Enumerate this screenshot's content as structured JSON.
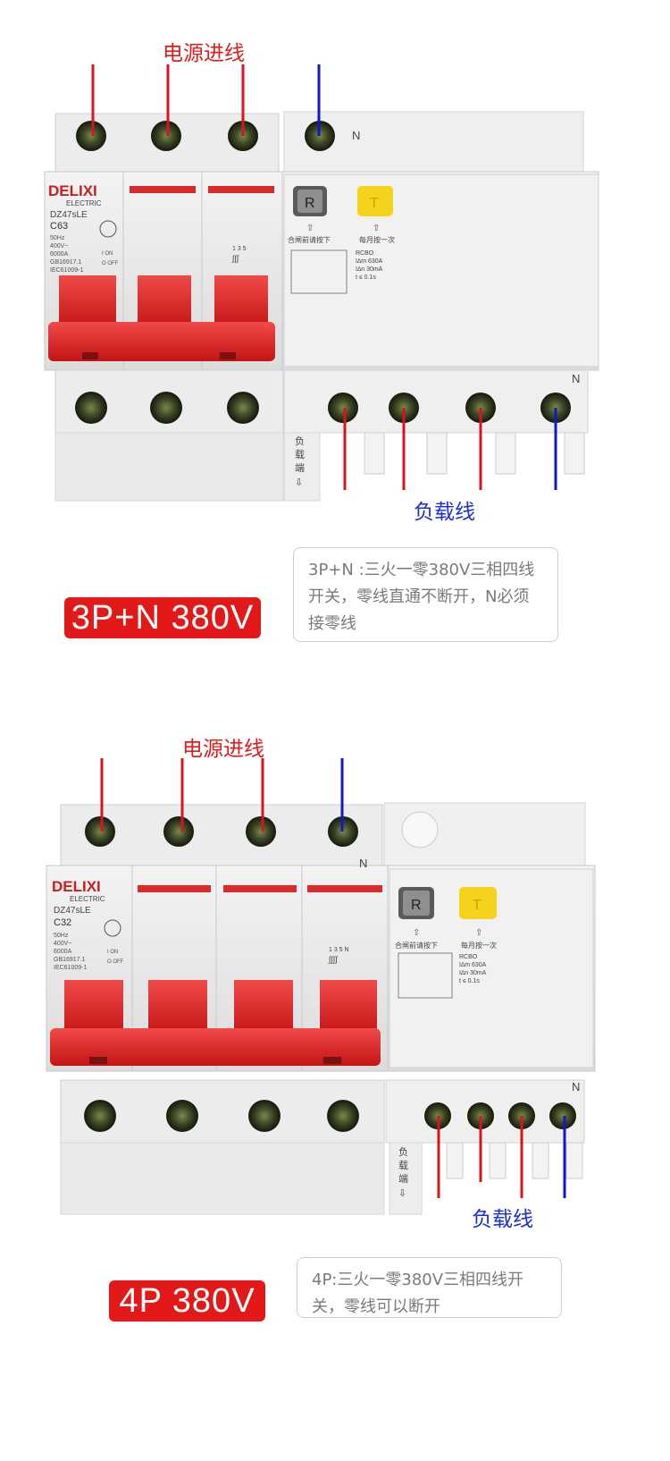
{
  "product1": {
    "title_top": "电源进线",
    "title_bottom": "负载线",
    "brand": "DELIXI",
    "brand_sub": "ELECTRIC",
    "model": "DZ47sLE",
    "rating": "C63",
    "specs": [
      "50Hz",
      "400V~",
      "6000A",
      "GB16917.1",
      "IEC61009-1"
    ],
    "on_label": "I ON",
    "off_label": "O OFF",
    "r_button": "R",
    "t_button": "T",
    "r_caption": "合闸前请按下",
    "t_caption": "每月按一次",
    "rcbo": [
      "RCBO",
      "I∆m 630A",
      "I∆n  30mA",
      "t ≤ 0.1s"
    ],
    "terminal_nums": "1 3 5",
    "n_label": "N",
    "load_side": [
      "负",
      "载",
      "端"
    ],
    "badge": "3P+N 380V",
    "note": "3P+N :三火一零380V三相四线开关，零线直通不断开，N必须接零线",
    "line_color_phase": "#d8141c",
    "line_color_neutral": "#1118c8"
  },
  "product2": {
    "title_top": "电源进线",
    "title_bottom": "负载线",
    "brand": "DELIXI",
    "brand_sub": "ELECTRIC",
    "model": "DZ47sLE",
    "rating": "C32",
    "specs": [
      "50Hz",
      "400V~",
      "6000A",
      "GB16917.1",
      "IEC61009-1"
    ],
    "on_label": "I ON",
    "off_label": "O OFF",
    "r_button": "R",
    "t_button": "T",
    "r_caption": "合闸前请按下",
    "t_caption": "每月按一次",
    "rcbo": [
      "RCBO",
      "I∆m 630A",
      "I∆n  30mA",
      "t ≤ 0.1s"
    ],
    "terminal_nums": "1 3 5 N",
    "n_label": "N",
    "load_side": [
      "负",
      "载",
      "端"
    ],
    "badge": "4P 380V",
    "note": "4P:三火一零380V三相四线开关，零线可以断开",
    "line_color_phase": "#d8141c",
    "line_color_neutral": "#1118c8"
  }
}
